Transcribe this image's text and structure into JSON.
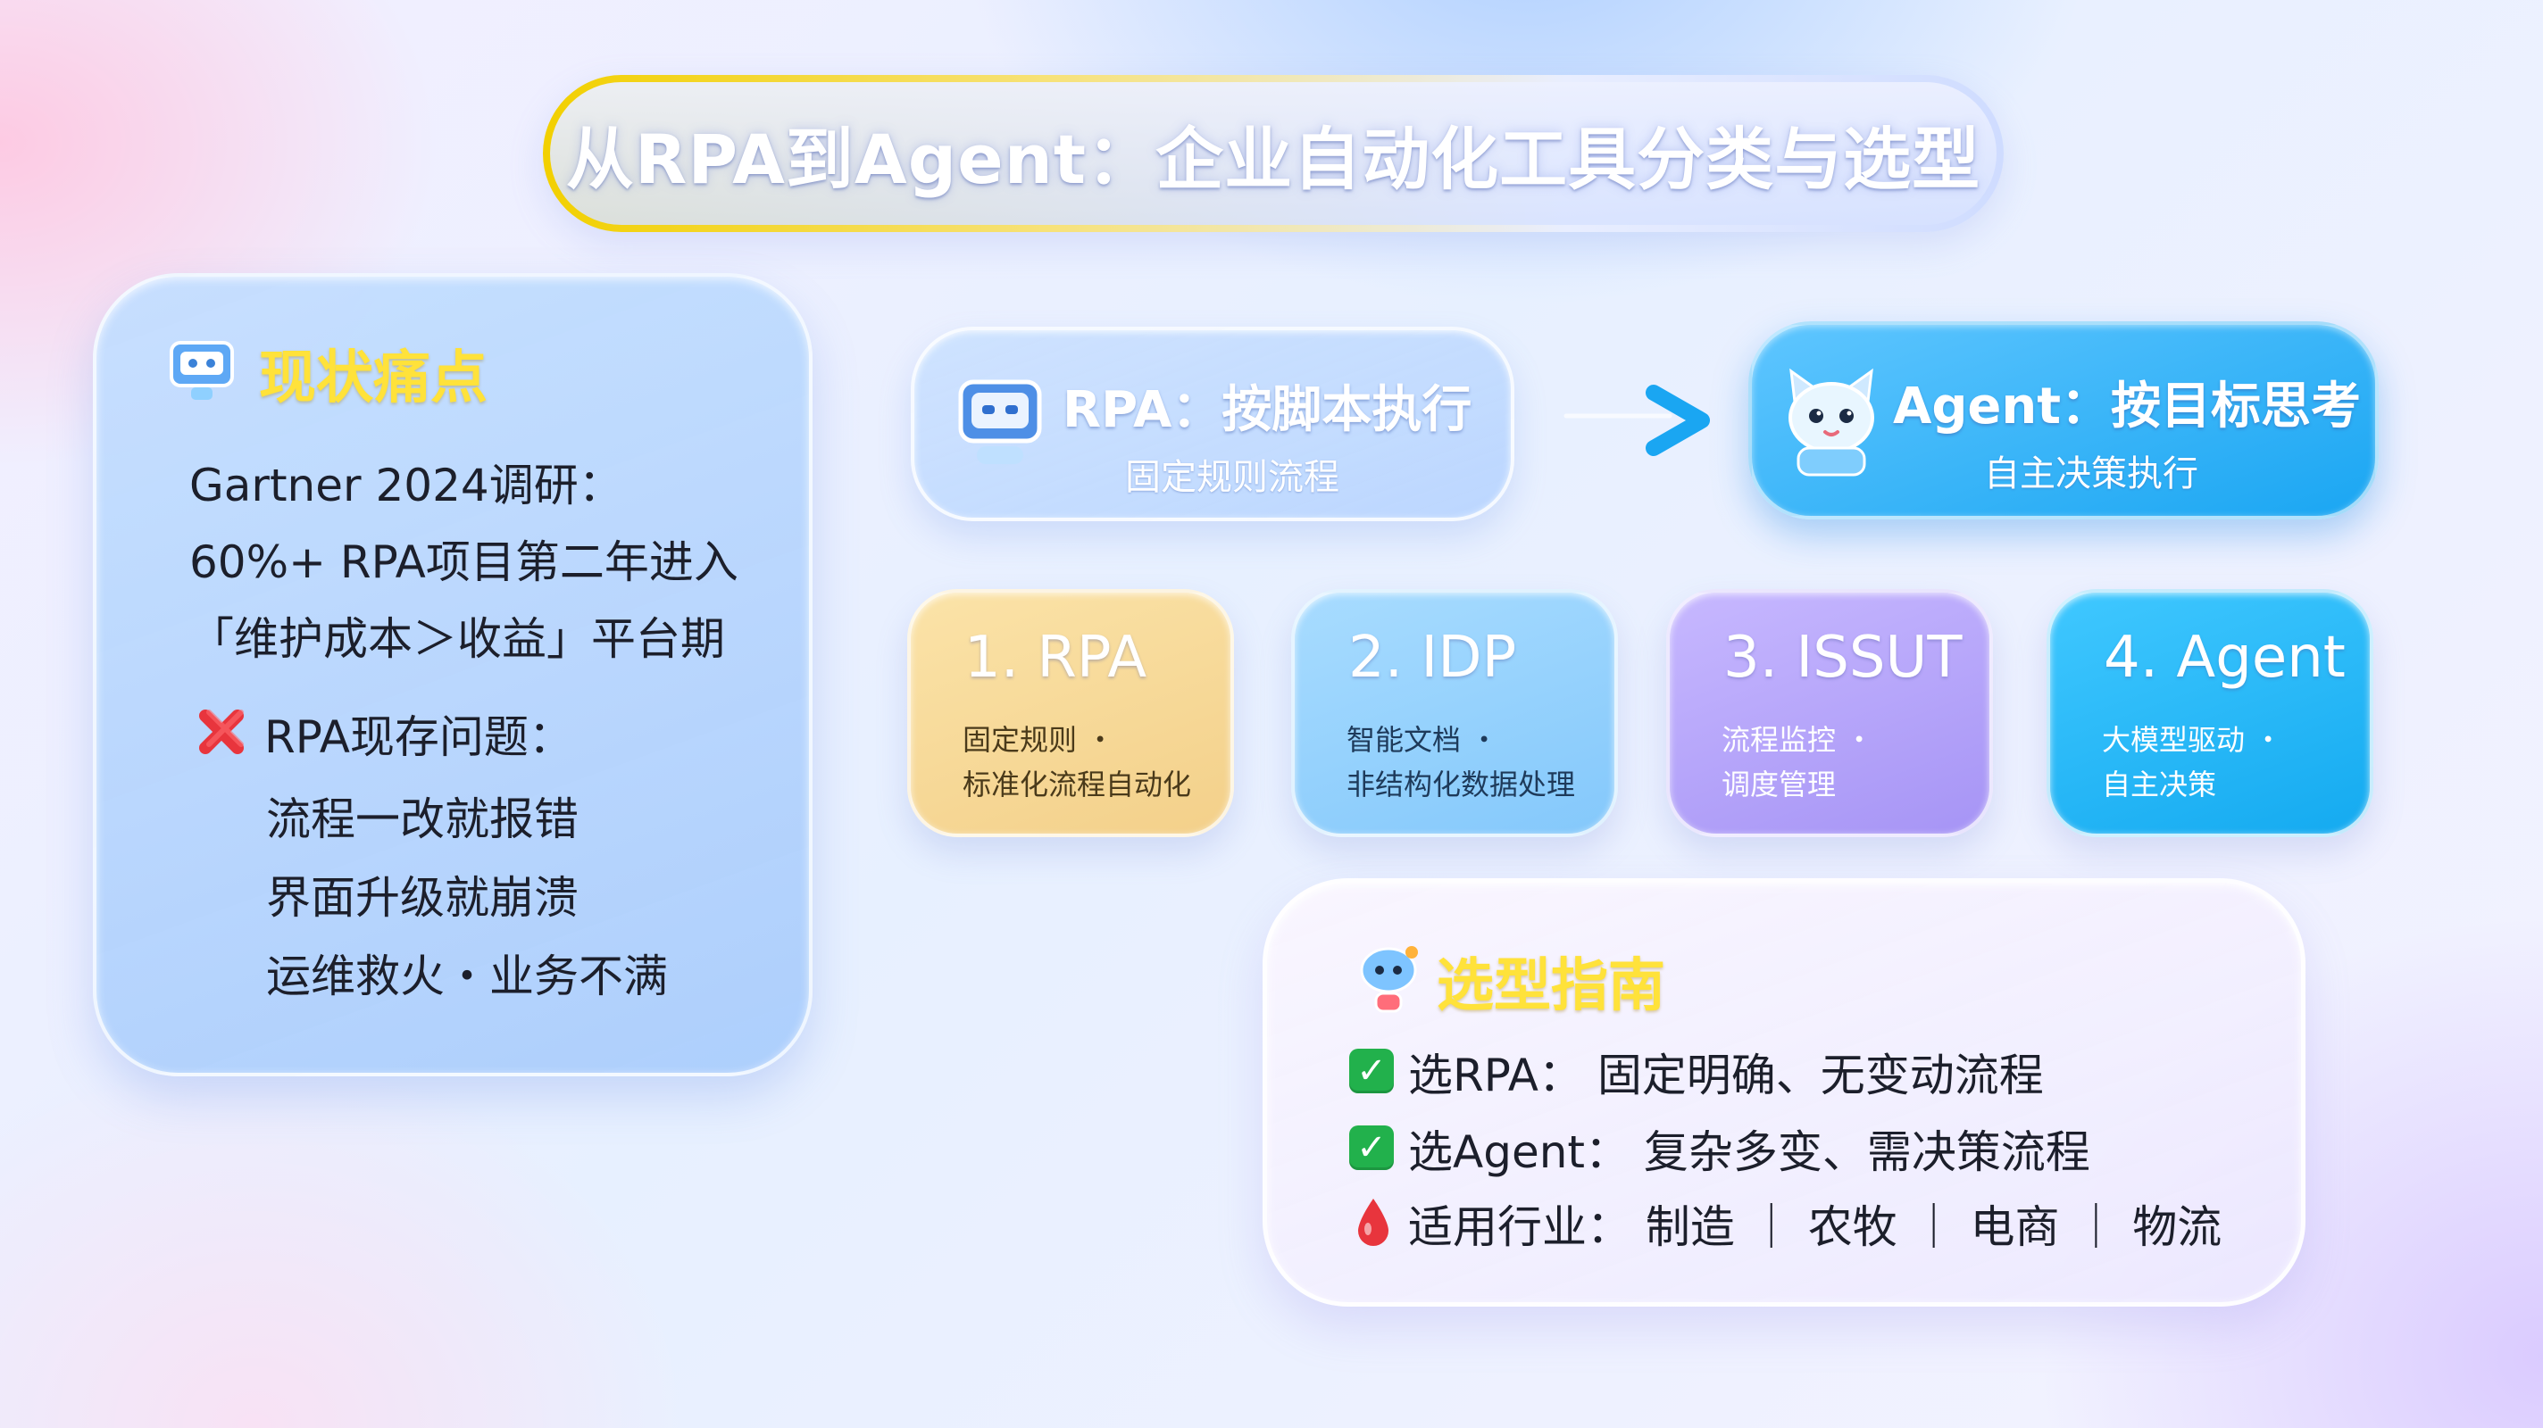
{
  "title": "从RPA到Agent：企业自动化工具分类与选型",
  "pain_points": {
    "heading": "现状痛点",
    "survey_lines": [
      "Gartner 2024调研：",
      "60%+ RPA项目第二年进入",
      "「维护成本＞收益」平台期"
    ],
    "problems_heading": "RPA现存问题：",
    "problems": [
      "流程一改就报错",
      "界面升级就崩溃",
      "运维救火・业务不满"
    ]
  },
  "flow": {
    "rpa": {
      "title": "RPA：按脚本执行",
      "subtitle": "固定规则流程"
    },
    "agent": {
      "title": "Agent：按目标思考",
      "subtitle": "自主决策执行"
    }
  },
  "categories": [
    {
      "title": "1. RPA",
      "desc_line1": "固定规则 ・",
      "desc_line2": "标准化流程自动化",
      "text_color": "#4a3a1a"
    },
    {
      "title": "2. IDP",
      "desc_line1": "智能文档 ・",
      "desc_line2": "非结构化数据处理",
      "text_color": "#1e3a5a"
    },
    {
      "title": "3. ISSUT",
      "desc_line1": "流程监控 ・",
      "desc_line2": "调度管理",
      "text_color": "#ffffff"
    },
    {
      "title": "4. Agent",
      "desc_line1": "大模型驱动 ・",
      "desc_line2": "自主决策",
      "text_color": "#ffffff"
    }
  ],
  "guide": {
    "heading": "选型指南",
    "lines": [
      {
        "label": "选RPA：",
        "text": "固定明确、无变动流程"
      },
      {
        "label": "选Agent：",
        "text": "复杂多变、需决策流程"
      },
      {
        "label": "适用行业：",
        "text": "制造 ｜ 农牧 ｜ 电商 ｜ 物流"
      }
    ]
  },
  "colors": {
    "accent_yellow": "#ffe23a",
    "agent_blue": "#1aa6f2",
    "check_green": "#22b14c",
    "cross_red": "#e8353d"
  },
  "icons": [
    "monitor-robot-icon",
    "robot-face-icon",
    "arrow-right-icon",
    "cat-robot-icon",
    "cross-mark-icon",
    "check-mark-icon",
    "drop-icon",
    "robot-guide-icon"
  ]
}
